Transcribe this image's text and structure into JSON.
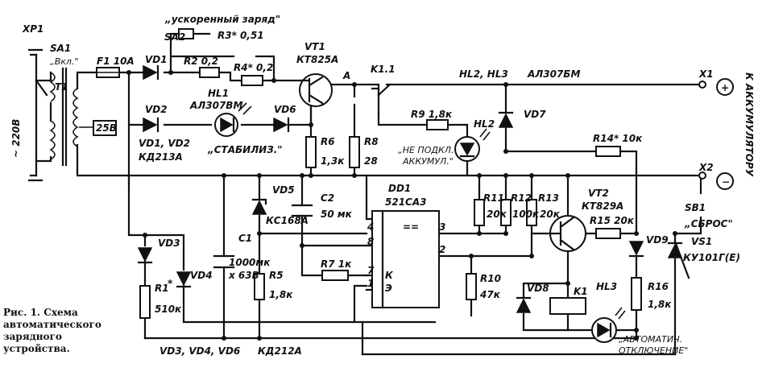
{
  "caption": {
    "lines": [
      "Рис. 1. Схема",
      "автоматического",
      "зарядного",
      "устройства."
    ]
  },
  "labels": {
    "xp1": "XP1",
    "sa1": "SA1",
    "sa1_note": "„Вкл.\"",
    "t1": "T1",
    "mains": "~ 220В",
    "tap": "25В",
    "f1": "F1 10А",
    "vd1": "VD1",
    "vd2": "VD2",
    "vd1_vd2": "VD1, VD2",
    "vd_type1": "КД213А",
    "fast_charge": "„ускоренный заряд\"",
    "sa2": "SA2",
    "r3": "R3* 0,51",
    "r2": "R2 0,2",
    "r4": "R4* 0,2",
    "hl1": "HL1",
    "hl1_type": "АЛ307ВМ",
    "vd6": "VD6",
    "stab": "„СТАБИЛИЗ.\"",
    "vt1": "VT1",
    "vt1_type": "КТ825А",
    "node_a": "А",
    "k1_1": "K1.1",
    "hl2_hl3": "HL2, HL3",
    "hl_type": "АЛ307БМ",
    "r9": "R9 1,8к",
    "hl2": "HL2",
    "not_conn": "„НЕ ПОДКЛ.",
    "akkum": "АККУМУЛ.\"",
    "vd7": "VD7",
    "x1": "X1",
    "x2": "X2",
    "plus": "+",
    "minus": "−",
    "to_battery": "К АККУМУЛЯТОРУ",
    "r6": "R6",
    "r6_val": "1,3к",
    "r8": "R8",
    "r8_val": "28",
    "vd5": "VD5",
    "vd5_type": "КС168А",
    "c2": "C2",
    "c2_val": "50 мк",
    "c1": "C1",
    "c1_val": "1000мк",
    "c1_volt": "х 63В",
    "vd3": "VD3",
    "r1": "R1",
    "r1_star": "*",
    "r1_val": "510к",
    "vd4": "VD4",
    "r5": "R5",
    "r5_val": "1,8к",
    "r7": "R7 1к",
    "dd1": "DD1",
    "dd1_type": "521СА3",
    "pin4": "4",
    "pin8": "8",
    "pin7": "7",
    "pin1": "1",
    "pin3": "3",
    "pin2": "2",
    "pin_k": "К",
    "pin_e": "Э",
    "chip_sym": "==",
    "r10": "R10",
    "r10_val": "47к",
    "r11": "R11",
    "r11_val": "20к",
    "r12": "R12",
    "r12_val": "100к",
    "r13": "R13",
    "r13_val": "20к",
    "vt2": "VT2",
    "vt2_type": "КТ829А",
    "r14": "R14* 10к",
    "r15": "R15 20к",
    "vd9": "VD9",
    "sb1": "SB1",
    "reset": "„СБРОС\"",
    "vs1": "VS1",
    "vs1_type": "КУ101Г(Е)",
    "r16": "R16",
    "r16_val": "1,8к",
    "vd8": "VD8",
    "k1": "K1",
    "hl3": "HL3",
    "auto1": "„АВТОМАТИЧ.",
    "auto2": "ОТКЛЮЧЕНИЕ\"",
    "vd_list": "VD3, VD4, VD6",
    "vd_type2": "КД212А"
  }
}
